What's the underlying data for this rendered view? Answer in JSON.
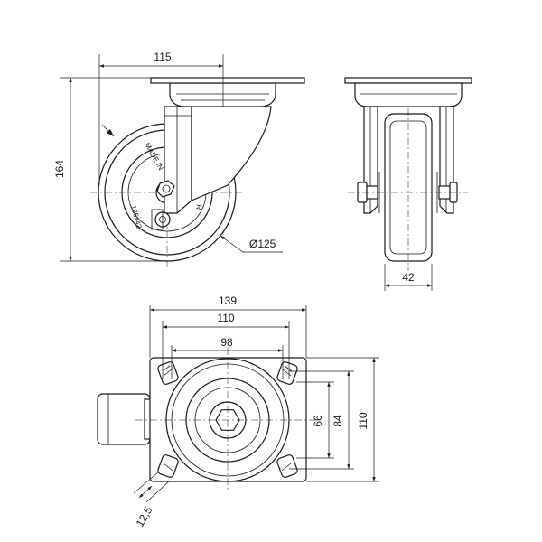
{
  "dimensions": {
    "top_width": "115",
    "height": "164",
    "wheel_diameter": "Ø125",
    "wheel_width": "42",
    "plate_width": "139",
    "hole_spacing_outer": "110",
    "hole_spacing_inner": "98",
    "hole_spacing_vertical_inner": "66",
    "hole_spacing_vertical_mid": "84",
    "plate_height": "110",
    "slot_width": "12,5"
  },
  "wheel_markings": {
    "brand_text": "MADE IN",
    "model_text": "125x42",
    "rim_text": "R"
  }
}
